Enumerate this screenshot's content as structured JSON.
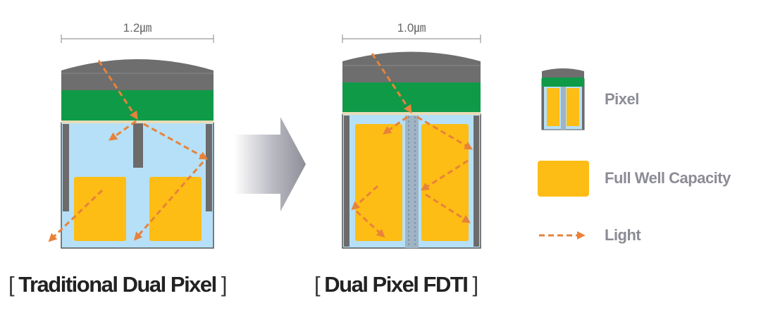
{
  "left_diagram": {
    "width_label": "1.2㎛",
    "caption_open": "[",
    "caption_text": "Traditional Dual Pixel",
    "caption_close": "]"
  },
  "right_diagram": {
    "width_label": "1.0㎛",
    "caption_open": "[",
    "caption_text": "Dual Pixel FDTI",
    "caption_close": "]"
  },
  "legend": {
    "pixel": "Pixel",
    "full_well_capacity": "Full Well Capacity",
    "light": "Light"
  },
  "colors": {
    "lens_gray": "#6e6e6e",
    "lens_top": "#777777",
    "filter_green": "#0f9a48",
    "substrate_blue": "#b6e0f7",
    "well_yellow": "#fdbd14",
    "light_orange": "#e8823a",
    "wall_gray": "#6b6b6b",
    "arrow_gray": "#9a9aa6"
  }
}
